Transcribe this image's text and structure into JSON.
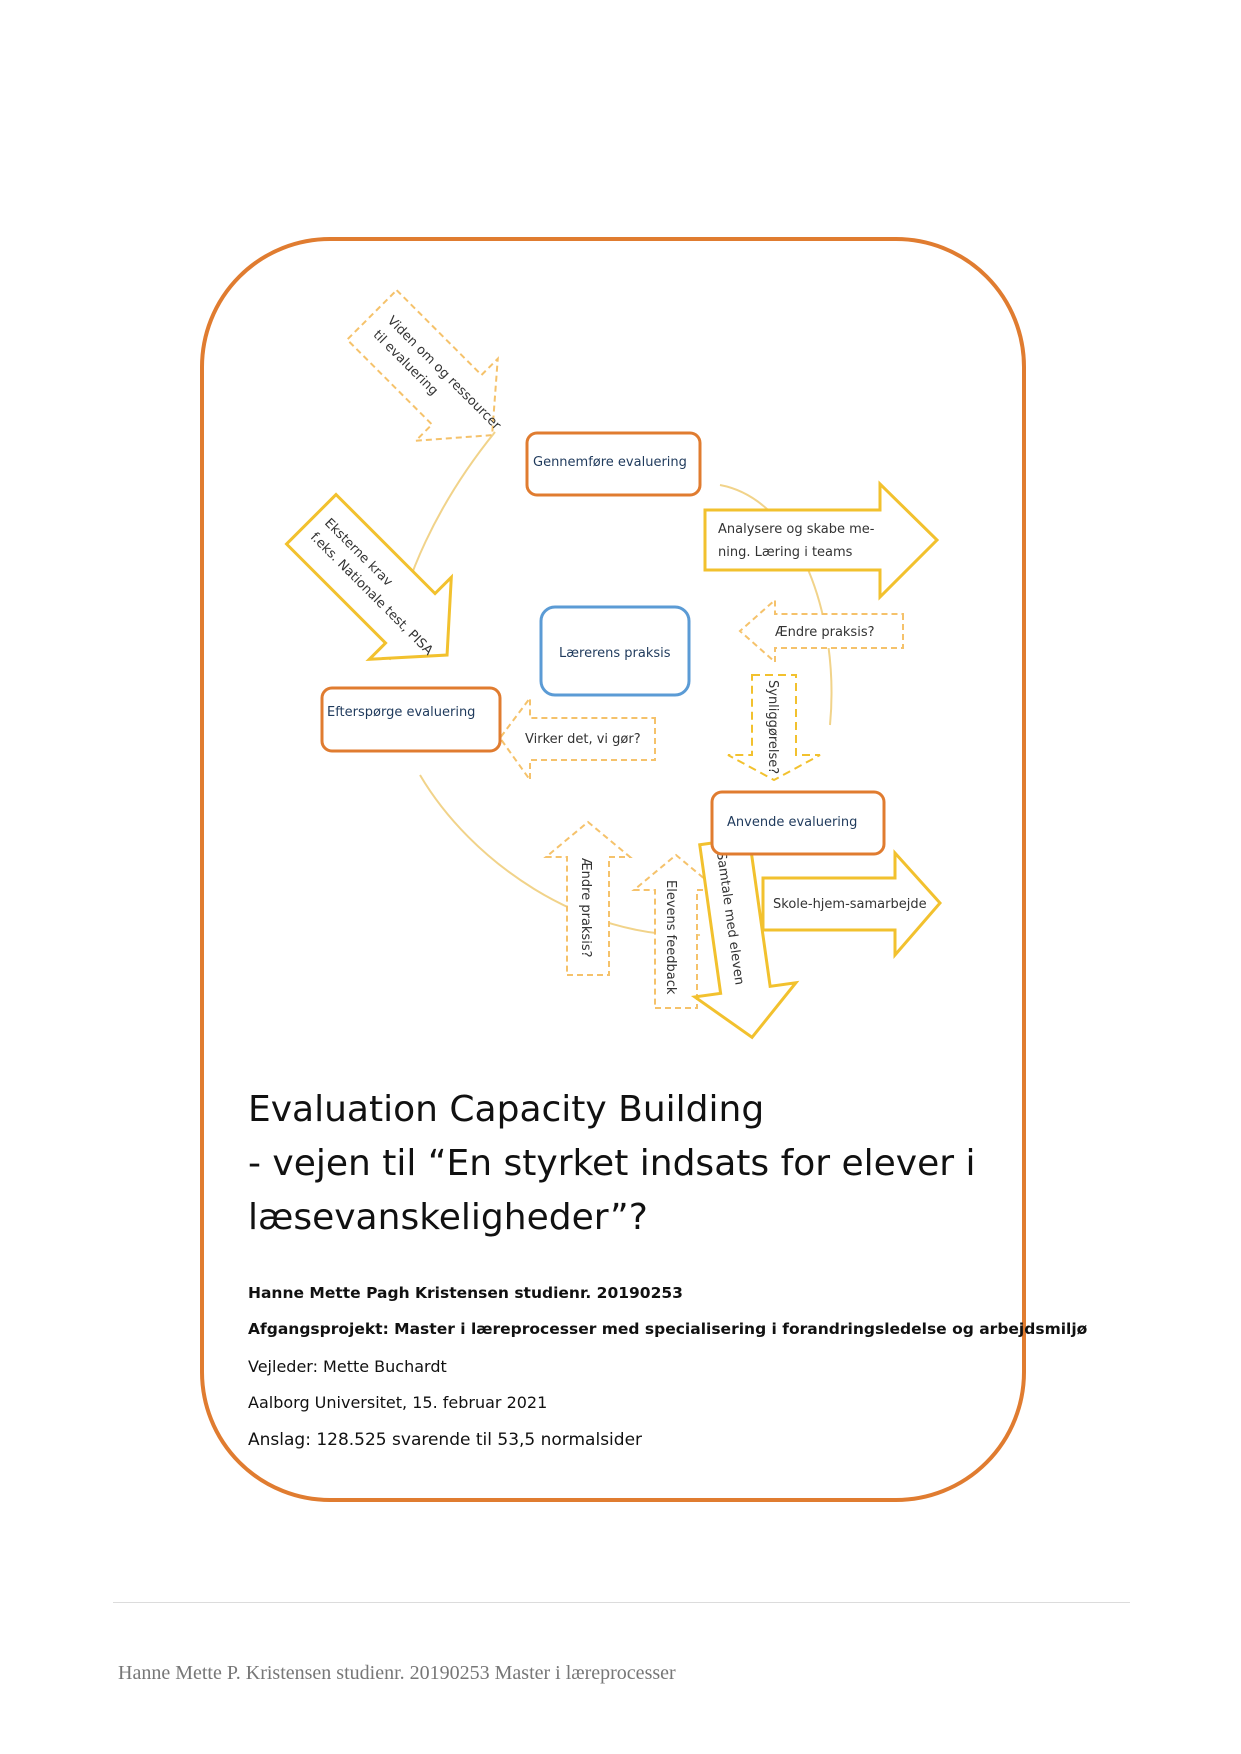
{
  "diagram": {
    "nodes": {
      "gennemfore": "Gennemføre evaluering",
      "laererens": "Lærerens praksis",
      "efterspoerge": "Efterspørge evaluering",
      "anvende": "Anvende evaluering"
    },
    "arrows": {
      "viden_line1": "Viden om og ressourcer",
      "viden_line2": "til evaluering",
      "eksterne_line1": "Eksterne krav",
      "eksterne_line2": "f.eks. Nationale test, PISA",
      "analysere_line1": "Analysere og skabe me-",
      "analysere_line2": "ning. Læring i teams",
      "aendre_top": "Ændre praksis?",
      "synlig": "Synliggørelse?",
      "virker": "Virker det, vi gør?",
      "skole": "Skole-hjem-samarbejde",
      "aendre_bottom": "Ændre praksis?",
      "elevens": "Elevens feedback",
      "samtale": "Samtale med eleven"
    },
    "colors": {
      "frame": "#e07c30",
      "node_border": "#e07c30",
      "center_border": "#5b9bd5",
      "arrow_solid": "#f2c12e",
      "arrow_dashed": "#f5c26b",
      "cycle_line": "#f1d38a"
    }
  },
  "title": {
    "line1": "Evaluation Capacity Building",
    "line2": "- vejen til “En styrket indsats for elever i",
    "line3": "læsevanskeligheder”?"
  },
  "meta": {
    "author": "Hanne Mette Pagh Kristensen studienr. 20190253",
    "project": "Afgangsprojekt: Master i læreprocesser med specialisering i forandringsledelse og arbejdsmiljø",
    "supervisor": "Vejleder: Mette Buchardt",
    "university_date": "Aalborg Universitet, 15. februar 2021",
    "characters": "Anslag: 128.525 svarende til 53,5 normalsider"
  },
  "footer": "Hanne Mette P. Kristensen studienr. 20190253 Master i læreprocesser"
}
